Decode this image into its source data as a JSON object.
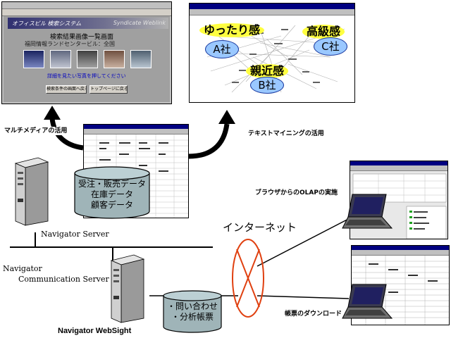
{
  "captions": {
    "multimedia": "マルチメディアの活用",
    "text_mining": "テキストマイニングの活用",
    "olap": "ブラウザからのOLAPの実施",
    "report_download": "帳票のダウンロード"
  },
  "labels": {
    "navigator_server": "Navigator Server",
    "comm_server_line1": "Navigator",
    "comm_server_line2": "Communication Server",
    "websight": "Navigator WebSight",
    "internet": "インターネット"
  },
  "database_main": {
    "lines": [
      "受注・販売データ",
      "在庫データ",
      "顧客データ"
    ]
  },
  "database_sub": {
    "lines": [
      "・問い合わせ",
      "・分析帳票"
    ]
  },
  "multimedia_window": {
    "banner_left": "オフィスビル 検索システム",
    "banner_right": "Syndicate Weblink",
    "heading": "検索結果画像一覧画面",
    "subheading": "福岡情報ランドセンタービル：全国",
    "link": "詳細を見たい写真を押してください",
    "buttons": [
      "検索条件の画面へ戻る",
      "トップページに戻る"
    ]
  },
  "text_mining_window": {
    "keywords": [
      "ゆったり感",
      "高級感",
      "親近感"
    ],
    "companies": [
      "A社",
      "C社",
      "B社"
    ]
  },
  "colors": {
    "keyword_bg": "#ffff40",
    "company_bg": "#9ac8ff",
    "internet_stroke": "#e04010"
  }
}
